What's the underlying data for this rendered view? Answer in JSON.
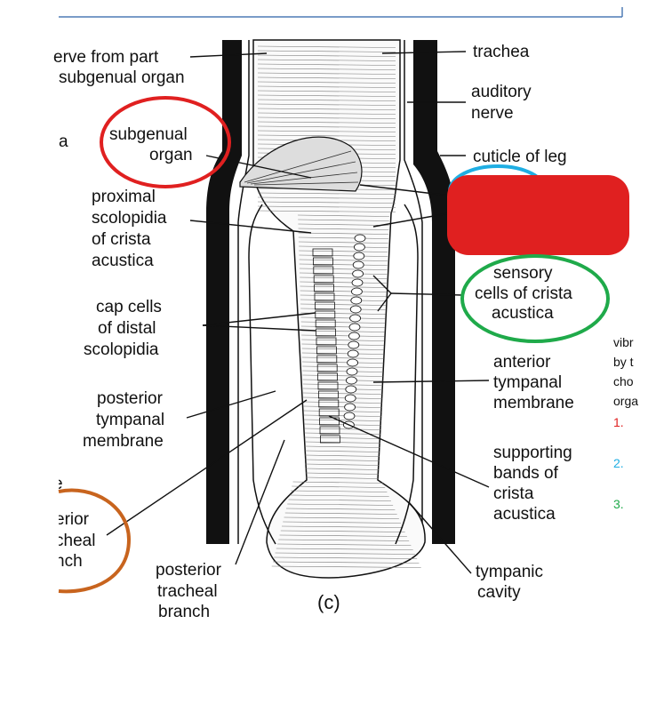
{
  "colors": {
    "header_rule": "#4F7CB5",
    "ink": "#111111",
    "red": "#E02020",
    "blue": "#1FAEE3",
    "green": "#1FAA4A",
    "orange": "#C8641E"
  },
  "labels": {
    "nerve_from_part": "erve from part",
    "subgenual_organ_line": "subgenual organ",
    "stray_a": "a",
    "subgenual_circled_1": "subgenual",
    "subgenual_circled_2": "organ",
    "proximal_1": "proximal",
    "proximal_2": "scolopidia",
    "proximal_3": "of crista",
    "proximal_4": "acustica",
    "cap_1": "cap cells",
    "cap_2": "of distal",
    "cap_3": "scolopidia",
    "posterior_tymp_1": "posterior",
    "posterior_tymp_2": "tympanal",
    "posterior_tymp_3": "membrane",
    "stray_e": "e",
    "branch_cut_1": "erior",
    "branch_cut_2": "cheal",
    "branch_cut_3": "nch",
    "posterior_tracheal_1": "posterior",
    "posterior_tracheal_2": "tracheal",
    "posterior_tracheal_3": "branch",
    "panel": "(c)",
    "trachea": "trachea",
    "auditory_1": "auditory",
    "auditory_2": "nerve",
    "cuticle": "cuticle of leg",
    "sensory_1": "sensory",
    "sensory_2": "cells of crista",
    "sensory_3": "acustica",
    "anterior_1": "anterior",
    "anterior_2": "tympanal",
    "anterior_3": "membrane",
    "supporting_1": "supporting",
    "supporting_2": "bands of",
    "supporting_3": "crista",
    "supporting_4": "acustica",
    "tympanic_1": "tympanic",
    "tympanic_2": "cavity"
  },
  "side_text": {
    "line1": "vibr",
    "line2": "by t",
    "line3": "cho",
    "line4": "orga",
    "item1": "1.",
    "item2": "2.",
    "item3": "3."
  }
}
